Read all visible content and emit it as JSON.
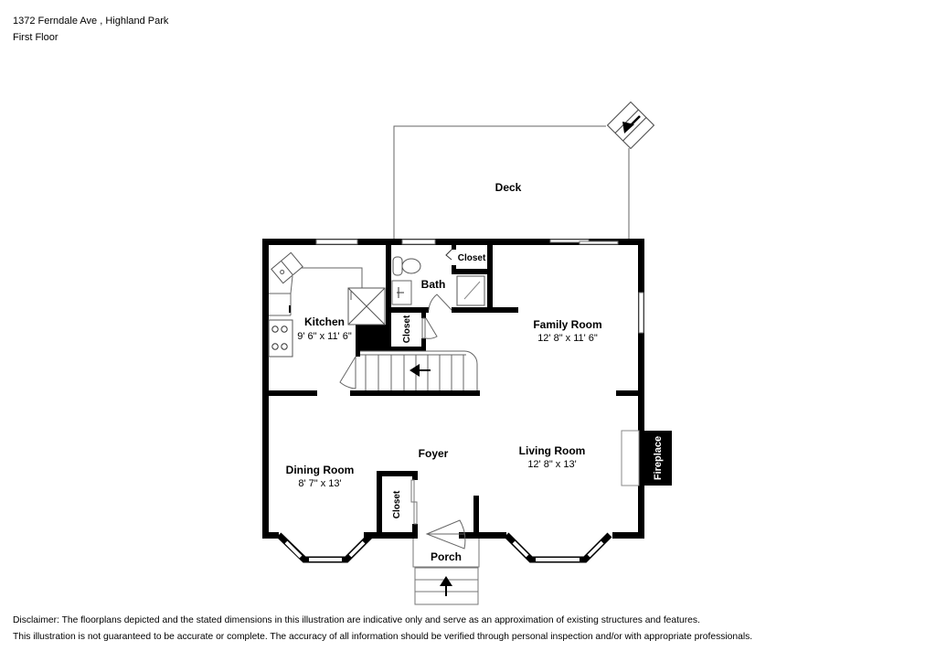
{
  "header": {
    "address": "1372 Ferndale Ave , Highland Park",
    "floor": "First Floor"
  },
  "rooms": {
    "deck": {
      "name": "Deck"
    },
    "kitchen": {
      "name": "Kitchen",
      "dimensions": "9' 6\" x 11' 6\""
    },
    "bath": {
      "name": "Bath"
    },
    "bath_closet": {
      "name": "Closet"
    },
    "stair_closet": {
      "name": "Closet"
    },
    "family_room": {
      "name": "Family Room",
      "dimensions": "12' 8\" x 11' 6\""
    },
    "foyer": {
      "name": "Foyer"
    },
    "dining_room": {
      "name": "Dining Room",
      "dimensions": "8' 7\" x 13'"
    },
    "foyer_closet": {
      "name": "Closet"
    },
    "living_room": {
      "name": "Living Room",
      "dimensions": "12' 8\" x 13'"
    },
    "fireplace": {
      "name": "Fireplace"
    },
    "porch": {
      "name": "Porch"
    }
  },
  "icons": {
    "stair_arrow_interior": "arrow-left",
    "stair_arrow_porch": "arrow-up",
    "stair_arrow_deck": "arrow-down-left"
  },
  "colors": {
    "wall": "#000000",
    "line": "#555555",
    "background": "#ffffff"
  },
  "disclaimer": {
    "line1": "Disclaimer: The floorplans depicted and the stated dimensions in this illustration are indicative only and serve as an approximation of existing structures and features.",
    "line2": "This illustration is not guaranteed to be accurate or complete. The accuracy of all information should be verified through personal inspection and/or with appropriate professionals."
  }
}
